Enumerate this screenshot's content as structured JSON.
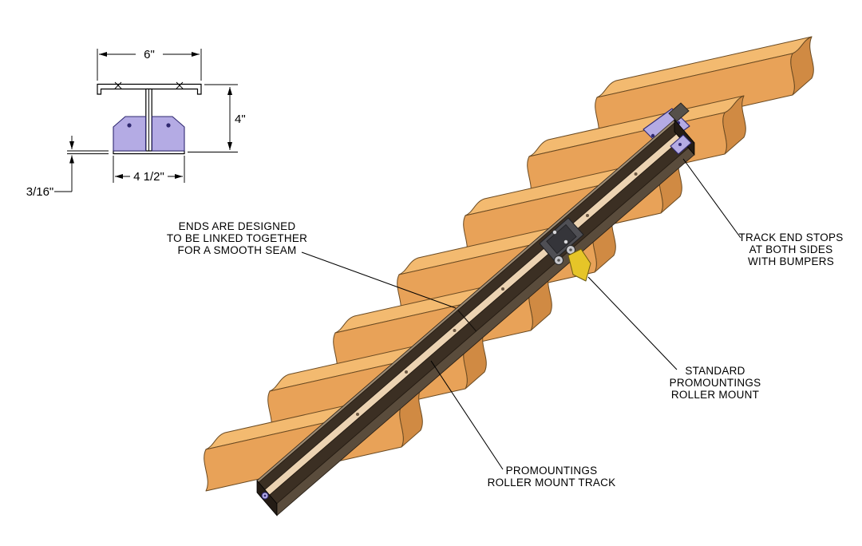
{
  "diagram": {
    "cross_section": {
      "dim_top_width": "6\"",
      "dim_height": "4\"",
      "dim_base_width": "4 1/2\"",
      "dim_thickness": "3/16\""
    },
    "callouts": {
      "seam": {
        "lines": [
          "ENDS ARE DESIGNED",
          "TO BE LINKED TOGETHER",
          "FOR A SMOOTH SEAM"
        ]
      },
      "end_stops": {
        "lines": [
          "TRACK END STOPS",
          "AT BOTH SIDES",
          "WITH BUMPERS"
        ]
      },
      "roller_mount": {
        "lines": [
          "STANDARD",
          "PROMOUNTINGS",
          "ROLLER MOUNT"
        ]
      },
      "track": {
        "lines": [
          "PROMOUNTINGS",
          "ROLLER MOUNT TRACK"
        ]
      }
    },
    "colors": {
      "wood_top": "#f3ba70",
      "wood_side": "#e8a258",
      "wood_end": "#d08a43",
      "wood_outline": "#6a4a22",
      "track_dark": "#3b2f23",
      "track_channel": "#ecd3b2",
      "track_side": "#5a4c3c",
      "track_highlight": "#9c8b74",
      "track_cap": "#241c15",
      "bracket_purple": "#b4abe4",
      "roller_yellow": "#e6c528"
    }
  }
}
